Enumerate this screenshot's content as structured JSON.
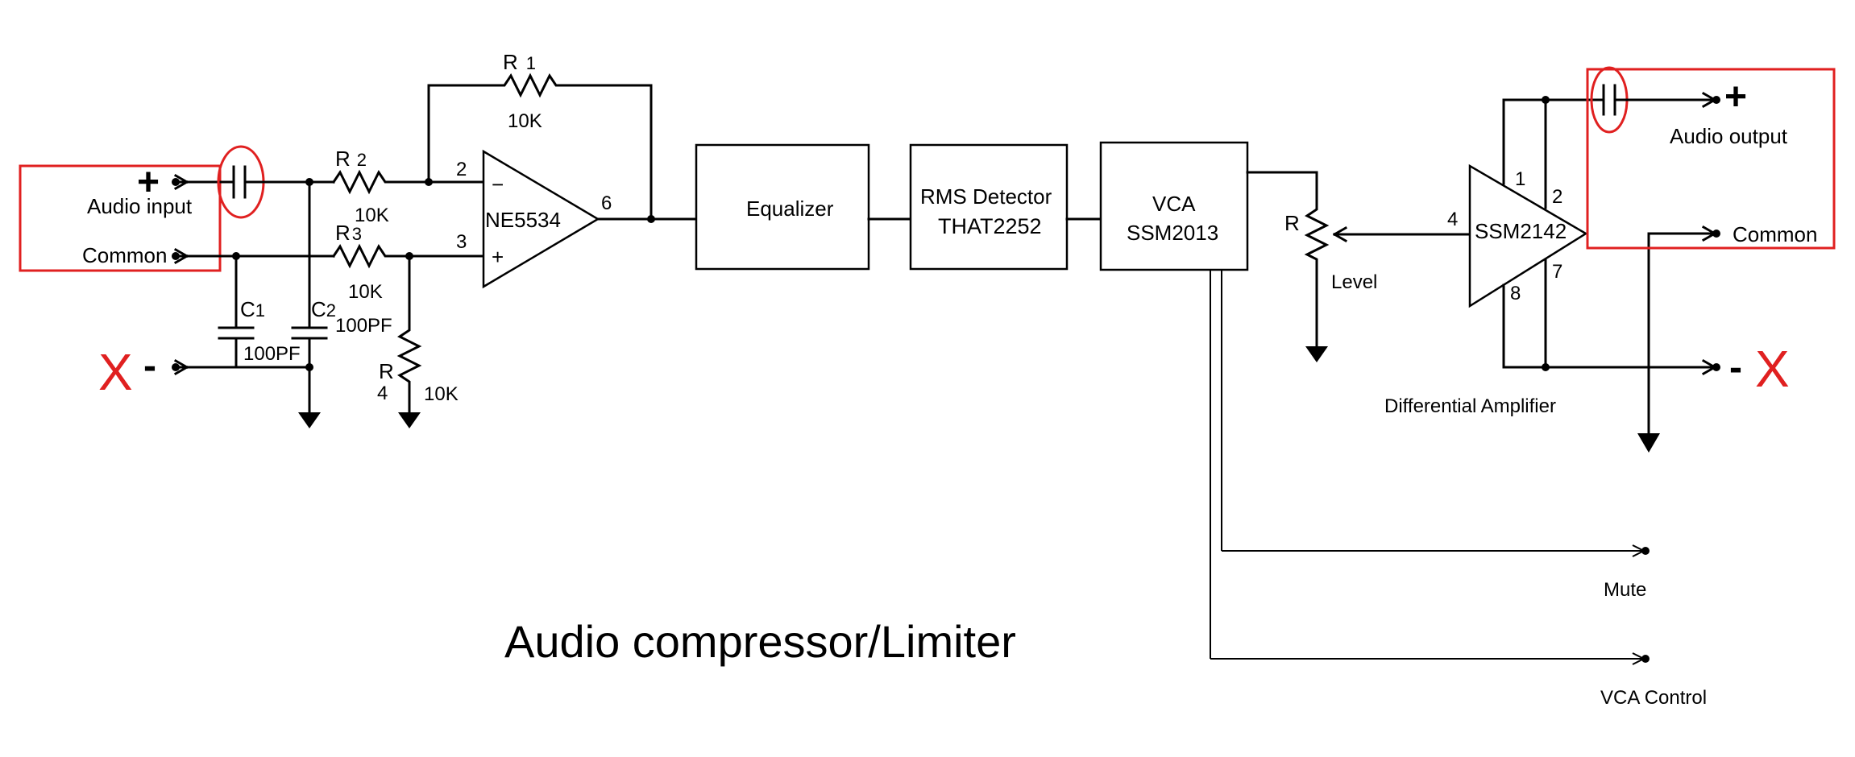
{
  "title": "Audio compressor/Limiter",
  "input": {
    "plus": "+",
    "label": "Audio input",
    "common": "Common",
    "x_mark": "X",
    "minus": "-"
  },
  "output": {
    "plus": "+",
    "label": "Audio output",
    "common": "Common",
    "minus": "-",
    "x_mark": "X"
  },
  "opamp": {
    "name": "NE5534",
    "pin_inv": "2",
    "pin_noninv": "3",
    "pin_out": "6",
    "sign_minus": "−",
    "sign_plus": "+"
  },
  "resistors": {
    "r1": {
      "name": "R",
      "num": "1",
      "value": "10K"
    },
    "r2": {
      "name": "R",
      "num": "2",
      "value": "10K"
    },
    "r3": {
      "name": "R",
      "num": "3",
      "value": "10K"
    },
    "r4": {
      "name": "R",
      "num": "4",
      "value": "10K"
    },
    "level": {
      "name": "R",
      "label": "Level"
    }
  },
  "capacitors": {
    "c1": {
      "name": "C",
      "num": "1",
      "value": "100PF"
    },
    "c2": {
      "name": "C",
      "num": "2",
      "value": "100PF"
    }
  },
  "blocks": {
    "equalizer": "Equalizer",
    "rms_line1": "RMS Detector",
    "rms_line2": "THAT2252",
    "vca_line1": "VCA",
    "vca_line2": "SSM2013"
  },
  "diffamp": {
    "name": "SSM2142",
    "pin1": "1",
    "pin2": "2",
    "pin4": "4",
    "pin7": "7",
    "pin8": "8",
    "caption": "Differential Amplifier"
  },
  "controls": {
    "mute": "Mute",
    "vca_control": "VCA Control"
  },
  "colors": {
    "annotation": "#e02020",
    "wire": "#000000"
  }
}
